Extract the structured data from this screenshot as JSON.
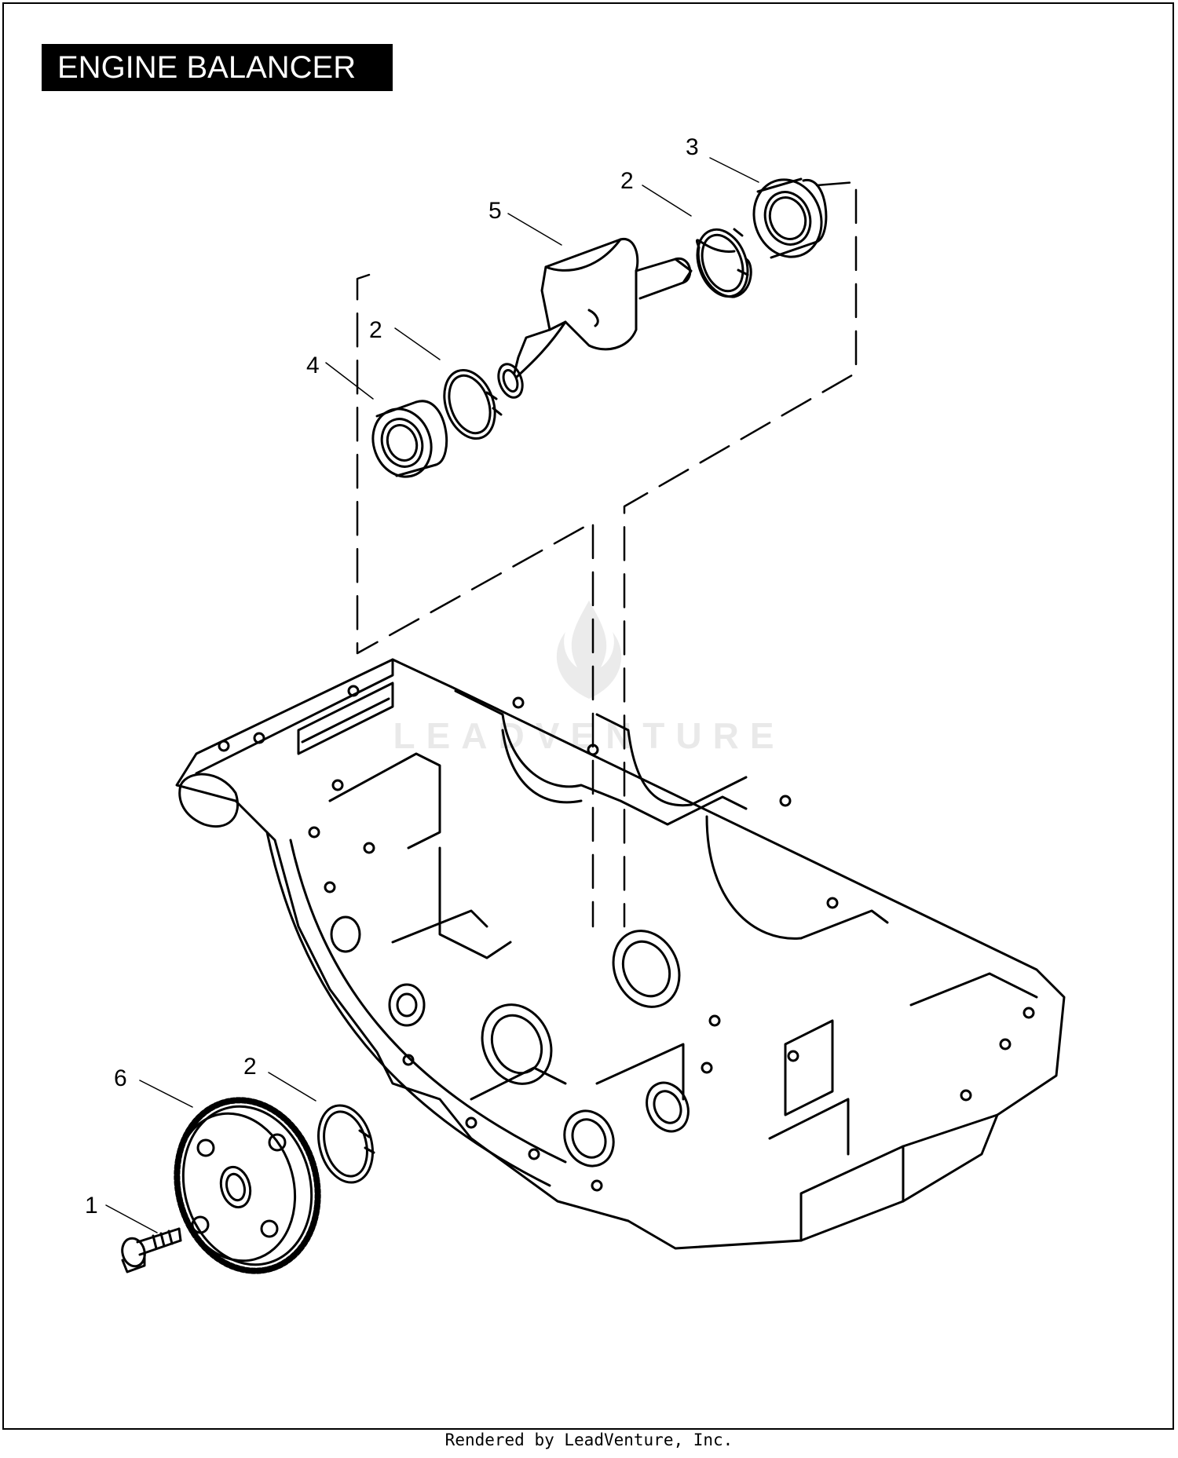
{
  "title": "ENGINE BALANCER",
  "footer": "Rendered by LeadVenture, Inc.",
  "watermark": "LEADVENTURE",
  "callouts": {
    "c1": "1",
    "c2a": "2",
    "c2b": "2",
    "c2c": "2",
    "c3": "3",
    "c4": "4",
    "c5": "5",
    "c6": "6"
  }
}
